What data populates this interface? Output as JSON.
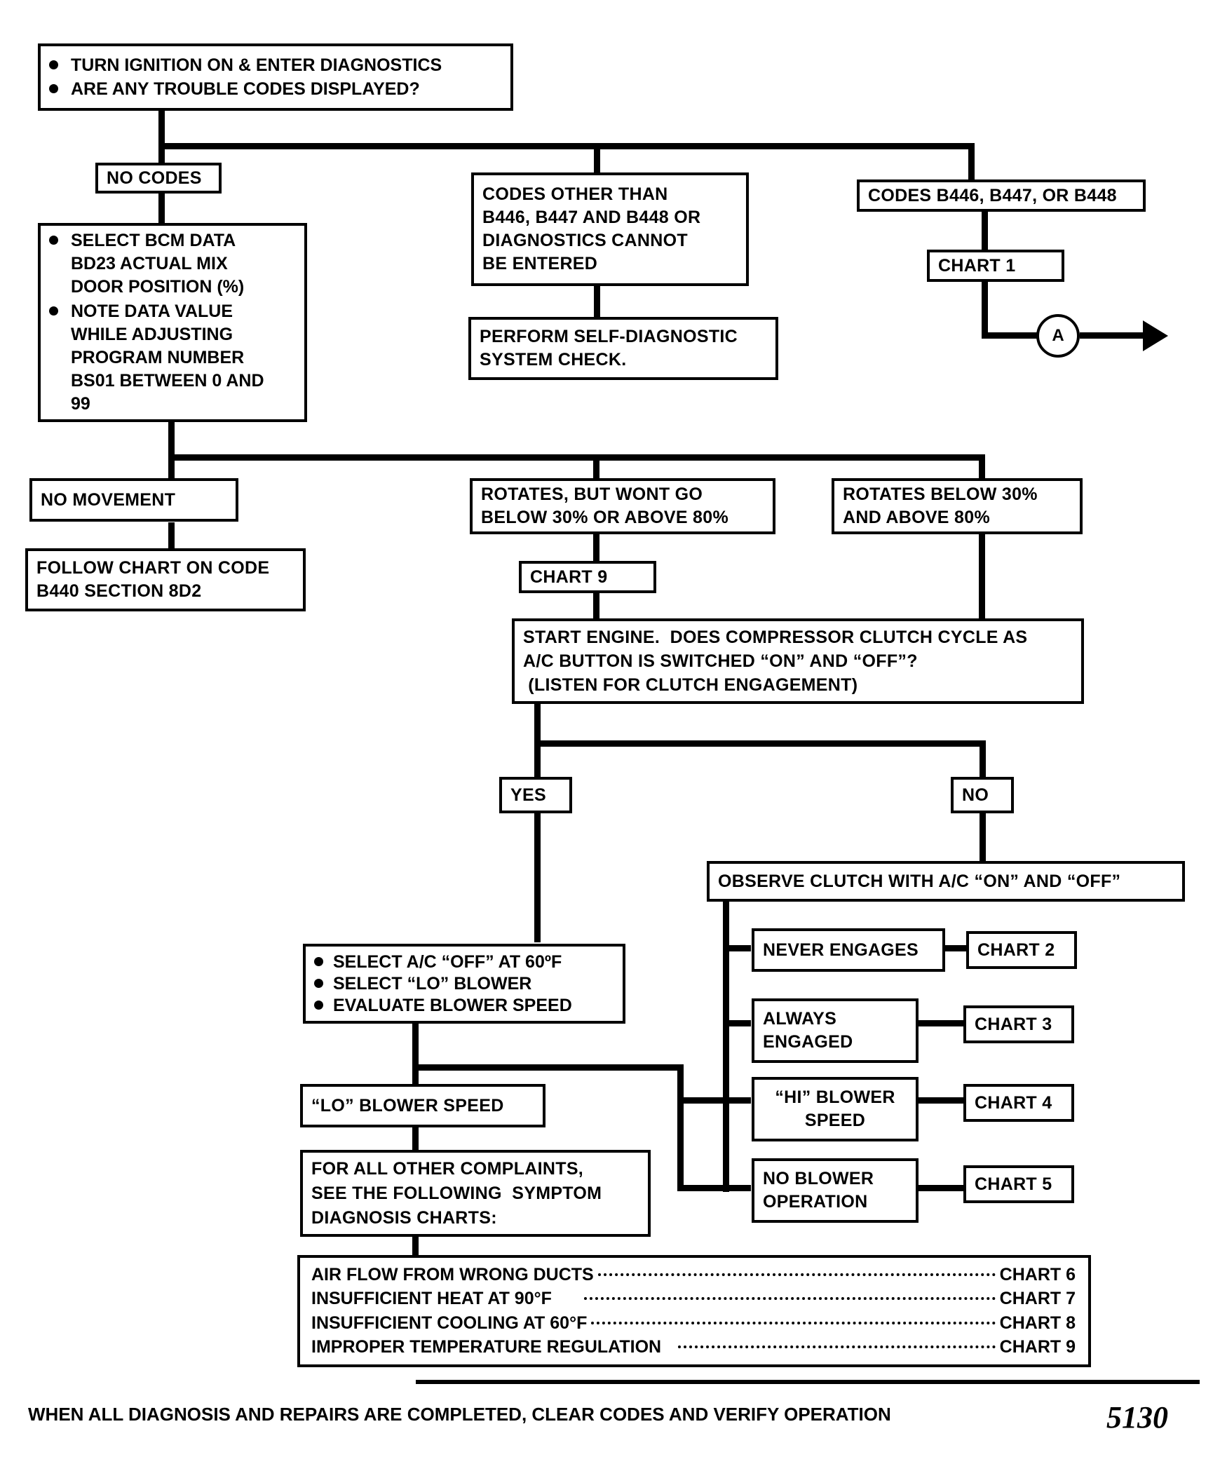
{
  "document": {
    "page_number": "5130",
    "footer_note": "WHEN ALL DIAGNOSIS AND REPAIRS ARE COMPLETED, CLEAR CODES AND VERIFY OPERATION"
  },
  "nodes": {
    "start": {
      "bullets": [
        "TURN IGNITION ON  & ENTER DIAGNOSTICS",
        "ARE ANY TROUBLE CODES DISPLAYED?"
      ]
    },
    "no_codes": {
      "label": "NO CODES"
    },
    "codes_other": {
      "lines": "CODES OTHER THAN\nB446, B447 AND B448 OR\nDIAGNOSTICS CANNOT\nBE ENTERED"
    },
    "codes_b446": {
      "label": "CODES B446, B447, OR B448"
    },
    "chart1": {
      "label": "CHART 1"
    },
    "connector_a": {
      "label": "A"
    },
    "self_diag": {
      "lines": "PERFORM SELF-DIAGNOSTIC\nSYSTEM CHECK."
    },
    "select_bcm": {
      "bullets": [
        "SELECT BCM DATA\nBD23  ACTUAL MIX\nDOOR POSITION (%)",
        "NOTE DATA VALUE\n WHILE ADJUSTING\nPROGRAM NUMBER\nBS01 BETWEEN 0 AND\n99"
      ]
    },
    "no_movement": {
      "label": "NO MOVEMENT"
    },
    "follow_chart_b440": {
      "lines": "FOLLOW CHART ON CODE\nB440 SECTION 8D2"
    },
    "rotates_wont": {
      "lines": "ROTATES, BUT WONT GO\nBELOW 30% OR ABOVE 80%"
    },
    "chart9_top": {
      "label": "CHART 9"
    },
    "rotates_below": {
      "lines": "ROTATES BELOW 30%\nAND ABOVE 80%"
    },
    "start_engine": {
      "lines": "START ENGINE.  DOES COMPRESSOR CLUTCH CYCLE AS\nA/C BUTTON IS SWITCHED “ON” AND “OFF”?\n (LISTEN FOR CLUTCH ENGAGEMENT)"
    },
    "yes": {
      "label": "YES"
    },
    "no": {
      "label": "NO"
    },
    "observe_clutch": {
      "label": "OBSERVE CLUTCH WITH A/C “ON” AND “OFF”"
    },
    "never_engages": {
      "label": "NEVER ENGAGES"
    },
    "chart2": {
      "label": "CHART 2"
    },
    "always_engaged": {
      "lines": "ALWAYS\nENGAGED"
    },
    "chart3": {
      "label": "CHART 3"
    },
    "hi_blower": {
      "lines": "“HI” BLOWER\nSPEED"
    },
    "chart4": {
      "label": "CHART 4"
    },
    "no_blower": {
      "lines": "NO BLOWER\nOPERATION"
    },
    "chart5": {
      "label": "CHART 5"
    },
    "select_ac_off": {
      "bullets": [
        "SELECT A/C “OFF” AT 60ºF",
        "SELECT “LO” BLOWER",
        "EVALUATE BLOWER SPEED"
      ]
    },
    "lo_blower_speed": {
      "label": "“LO” BLOWER SPEED"
    },
    "for_all_other": {
      "lines": "FOR ALL OTHER COMPLAINTS,\nSEE THE FOLLOWING  SYMPTOM\nDIAGNOSIS CHARTS:"
    }
  },
  "symptom_list": [
    {
      "symptom": "AIR FLOW FROM WRONG DUCTS",
      "chart": "CHART 6"
    },
    {
      "symptom": "INSUFFICIENT HEAT AT 90°F",
      "chart": "CHART 7"
    },
    {
      "symptom": "INSUFFICIENT COOLING AT 60°F",
      "chart": "CHART 8"
    },
    {
      "symptom": "IMPROPER TEMPERATURE REGULATION",
      "chart": "CHART 9"
    }
  ]
}
